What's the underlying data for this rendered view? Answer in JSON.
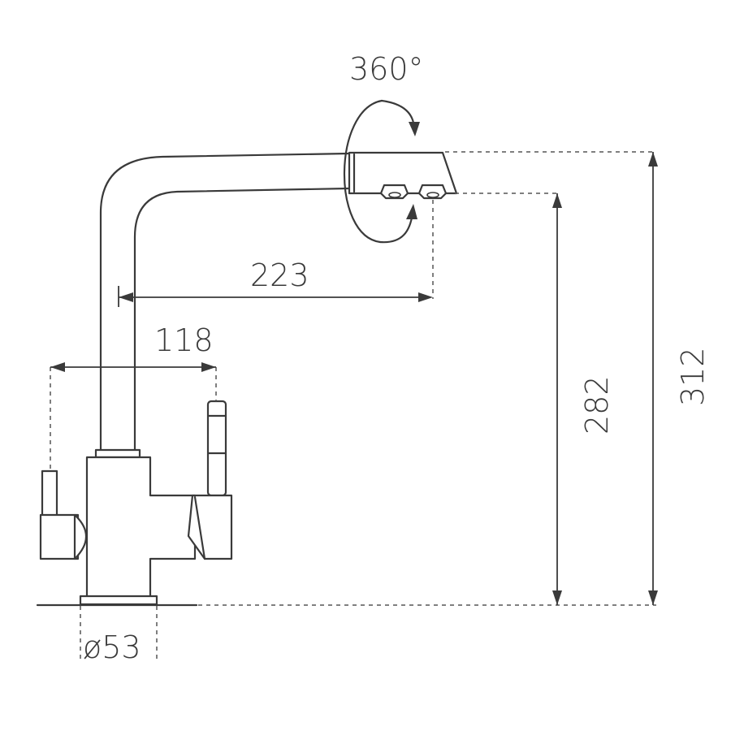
{
  "dimensions": {
    "rotation": "360°",
    "spout_reach": "223",
    "handle_span": "118",
    "spout_height": "282",
    "total_height": "312",
    "base_diameter": "ø53"
  }
}
